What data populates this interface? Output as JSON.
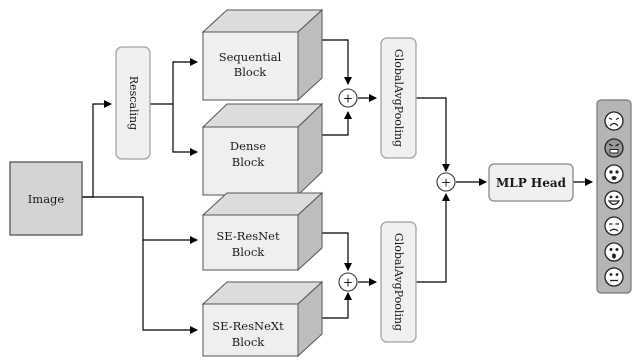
{
  "nodes": {
    "image": "Image",
    "rescaling": "Rescaling",
    "sequential": [
      "Sequential",
      "Block"
    ],
    "dense": [
      "Dense",
      "Block"
    ],
    "se_resnet": [
      "SE-ResNet",
      "Block"
    ],
    "se_resnext": [
      "SE-ResNeXt",
      "Block"
    ],
    "gap_top": "GlobalAvgPooling",
    "gap_bottom": "GlobalAvgPooling",
    "mlp_head": "MLP Head",
    "plus": "+"
  },
  "output_icons": [
    "crying-face-icon",
    "angry-face-icon",
    "surprised-face-icon",
    "happy-face-icon",
    "sad-face-icon",
    "fearful-face-icon",
    "neutral-face-icon"
  ],
  "colors": {
    "cube_front": "#efefef",
    "cube_top": "#dcdcdc",
    "cube_side": "#bdbdbd",
    "image_box": "#d4d4d4",
    "output_panel": "#b5b5b5",
    "rounded_box": "#f0f0f0",
    "stroke": "#555555"
  }
}
